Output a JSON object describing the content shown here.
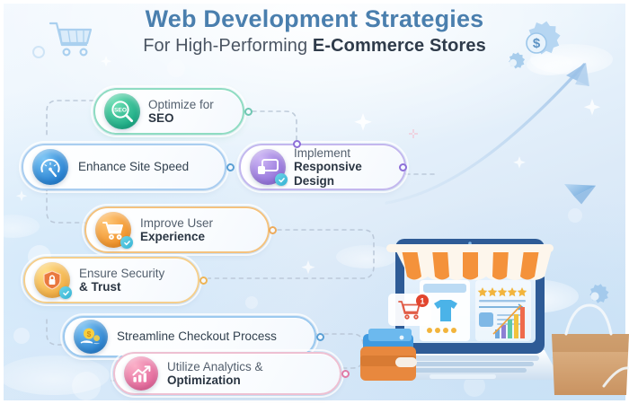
{
  "header": {
    "title_line1": "Web Development Strategies",
    "title_line2_light": "For High-Performing ",
    "title_line2_bold": "E-Commerce Stores",
    "title_color": "#4a7fae",
    "subtitle_color": "#4b5563"
  },
  "decor": {
    "cart_icon": "shopping-cart-icon",
    "gear_dollar_icon": "gear-dollar-icon",
    "gear_small_icon": "gear-small-icon",
    "growth_arrow": "rising-arrow",
    "paper_plane": "paper-plane-icon",
    "sparkle": "sparkle-icon"
  },
  "steps": [
    {
      "id": "optimize-seo",
      "line1": "Optimize for",
      "line2": "SEO",
      "two_line": true,
      "icon_name": "seo-magnifier-icon",
      "icon_color_from": "#4fd1a5",
      "icon_color_to": "#16a57f",
      "accent": "#8fdcc2",
      "node_color": "#6fc7b2",
      "has_check": false
    },
    {
      "id": "enhance-site-speed",
      "line1": "Enhance Site Speed",
      "line2": "",
      "two_line": false,
      "icon_name": "speedometer-icon",
      "icon_color_from": "#63b7f2",
      "icon_color_to": "#1f7ed1",
      "accent": "#a9cdf0",
      "node_color": "#5a9fd4",
      "has_check": false
    },
    {
      "id": "implement-responsive-design",
      "line1": "Implement",
      "line2": "Responsive Design",
      "two_line": true,
      "icon_name": "responsive-devices-icon",
      "icon_color_from": "#c3a9ef",
      "icon_color_to": "#8e6fd8",
      "accent": "#c3b7ee",
      "node_color": "#8e6fd8",
      "has_check": true
    },
    {
      "id": "improve-user-experience",
      "line1": "Improve User",
      "line2": "Experience",
      "two_line": true,
      "icon_name": "shopping-cart-icon",
      "icon_color_from": "#fbb45a",
      "icon_color_to": "#ef8c23",
      "accent": "#f4c27e",
      "node_color": "#eda košti",
      "has_check": true
    },
    {
      "id": "ensure-security-trust",
      "line1": "Ensure Security",
      "line2": "& Trust",
      "two_line": true,
      "icon_name": "shield-lock-icon",
      "icon_color_from": "#ffd97a",
      "icon_color_to": "#f0a93c",
      "accent": "#f5cf8d",
      "node_color": "#eeb455",
      "has_check": true
    },
    {
      "id": "streamline-checkout-process",
      "line1": "Streamline Checkout Process",
      "line2": "",
      "two_line": false,
      "icon_name": "coin-hand-icon",
      "icon_color_from": "#6ab9f0",
      "icon_color_to": "#2279c9",
      "accent": "#9cc9ef",
      "node_color": "#5a9fd4",
      "has_check": false
    },
    {
      "id": "utilize-analytics-optimization",
      "line1": "Utilize Analytics &",
      "line2": "Optimization",
      "two_line": true,
      "icon_name": "analytics-chart-icon",
      "icon_color_from": "#f6a0bd",
      "icon_color_to": "#e05f96",
      "accent": "#eec0d2",
      "node_color": "#e07ba6",
      "has_check": false
    }
  ],
  "illustration": {
    "name": "ecommerce-laptop-store-illustration",
    "elements": [
      "laptop-screen",
      "store-awning",
      "product-tshirt-card",
      "star-rating",
      "bar-chart",
      "cart-notification-badge",
      "shopping-bag",
      "wallet",
      "credit-cards"
    ],
    "notification_count": "1",
    "star_count": 5,
    "awning_colors": [
      "#f4923b",
      "#fdf6ec"
    ],
    "laptop_frame_color": "#2e5b96",
    "bag_color": "#d8a濃76"
  }
}
